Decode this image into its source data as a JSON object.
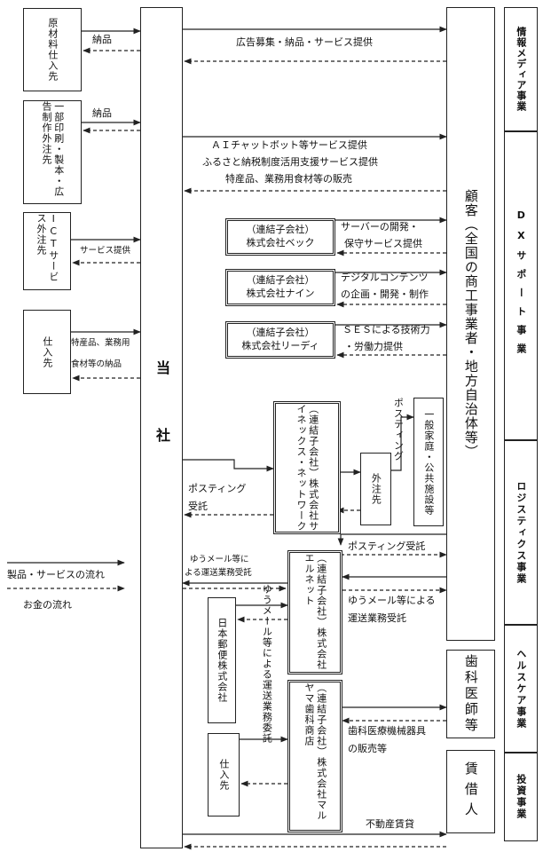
{
  "company": "当社",
  "left_boxes": {
    "raw_material": "原材料仕入先",
    "printing": "一部印刷・製本・広告制作外注先",
    "ict": "ICTサービス外注先",
    "supplier1": "仕入先"
  },
  "right_segments": {
    "info_media": "情報メディア事業",
    "dx_support": "DXサポート事業",
    "logistics": "ロジスティクス事業",
    "healthcare": "ヘルスケア事業",
    "investment": "投資事業"
  },
  "customer": "顧客（全国の商工事業者・地方自治体等）",
  "dental": "歯科医師等",
  "tenant": "賃借人",
  "subsidiaries": {
    "beck": {
      "line1": "（連結子会社）",
      "line2": "株式会社ベック"
    },
    "nine": {
      "line1": "（連結子会社）",
      "line2": "株式会社ナイン"
    },
    "leady": {
      "line1": "（連結子会社）",
      "line2": "株式会社リーディ"
    },
    "sinetix": "（連結子会社）株式会社サイネックス・ネットワーク",
    "lnet": "（連結子会社）株式会社エルネット",
    "maruyama": "（連結子会社）株式会社マルヤマ歯科商店"
  },
  "outsource": "外注先",
  "households": "一般家庭・公共施設等",
  "japan_post": "日本郵便株式会社",
  "supplier2": "仕入先",
  "labels": {
    "nohin1": "納品",
    "nohin2": "納品",
    "service_provision": "サービス提供",
    "products_line1": "特産品、業務用",
    "products_line2": "食材等の納品",
    "ad": "広告募集・納品・サービス提供",
    "dx1": "ＡＩチャットボット等サービス提供",
    "dx2": "ふるさと納税制度活用支援サービス提供",
    "dx3": "特産品、業務用食材等の販売",
    "server1": "サーバーの開発・",
    "server2": "保守サービス提供",
    "digital1": "デジタルコンテンツ",
    "digital2": "の企画・開発・制作",
    "ses1": "ＳＥＳによる技術力",
    "ses2": "・労働力提供",
    "posting_v": "ポスティング",
    "posting_in1": "ポスティング",
    "posting_in2": "受託",
    "posting_rx": "ポスティング受託",
    "yu_left1": "ゆうメール等に",
    "yu_left2": "よる運送業務受託",
    "yu_right1": "ゆうメール等による",
    "yu_right2": "運送業務受託",
    "yu_vertical": "ゆうメール等による運送業務委託",
    "dental1": "歯科医療機械器具",
    "dental2": "の販売等",
    "realestate": "不動産賃貸"
  },
  "legend": {
    "products": "製品・サービスの流れ",
    "money": "お金の流れ"
  }
}
